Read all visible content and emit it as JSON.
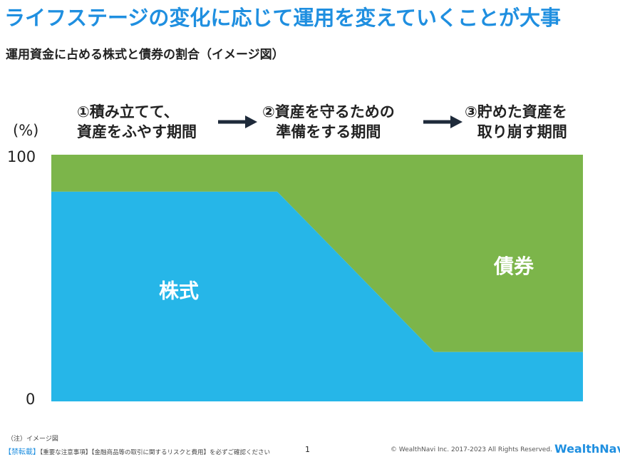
{
  "header": {
    "title": "ライフステージの変化に応じて運用を変えていくことが大事",
    "subtitle": "運用資金に占める株式と債券の割合（イメージ図）"
  },
  "phases": [
    {
      "line1": "①積み立てて、",
      "line2": "資産をふやす期間"
    },
    {
      "line1": "②資産を守るための",
      "line2": "準備をする期間"
    },
    {
      "line1": "③貯めた資産を",
      "line2": "取り崩す期間"
    }
  ],
  "chart_data": {
    "type": "area",
    "ylabel": "(%)",
    "ylim": [
      0,
      100
    ],
    "yticks": [
      "100",
      "0"
    ],
    "x_positions": [
      0,
      42.5,
      72,
      100
    ],
    "series": [
      {
        "name": "株式",
        "values": [
          85,
          85,
          20,
          20
        ],
        "color": "#26b6e8"
      },
      {
        "name": "債券",
        "values": [
          15,
          15,
          80,
          80
        ],
        "color": "#7cb54a"
      }
    ]
  },
  "footer": {
    "note": "（注）イメージ図",
    "warning_label": "【禁転載】",
    "fine_print": "【重要な注意事項】【金融商品等の取引に関するリスクと費用】を必ずご確認ください",
    "page_number": "1",
    "copyright": "© WealthNavi Inc. 2017-2023 All Rights Reserved.",
    "logo": "WealthNavi"
  }
}
